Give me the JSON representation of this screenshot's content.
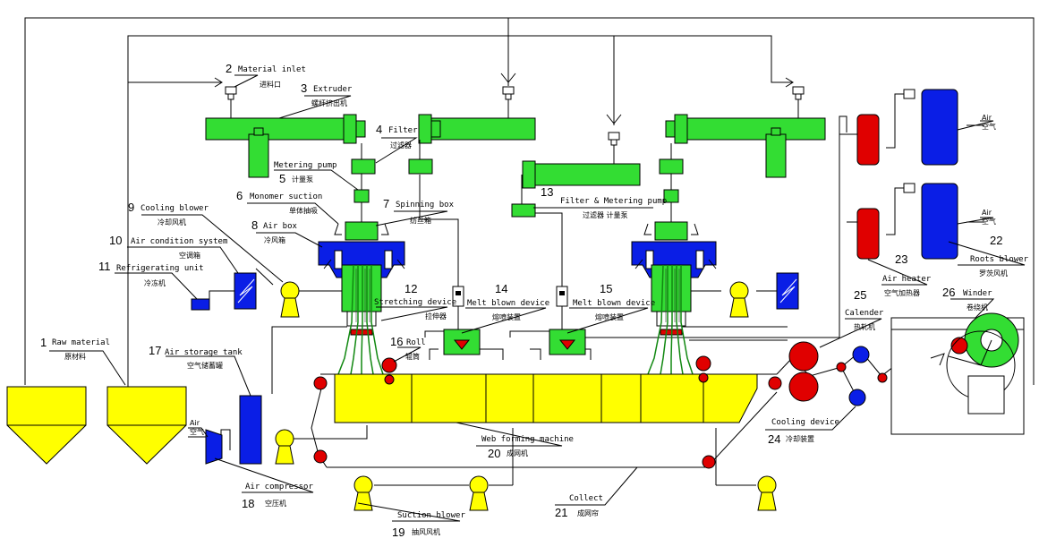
{
  "colors": {
    "green": "#33dd33",
    "blue": "#0a1ee6",
    "yellow": "#ffff00",
    "red": "#e00000",
    "line": "#000000"
  },
  "labels": [
    {
      "id": "raw-material",
      "num": "1",
      "en": "Raw material",
      "cn": "原材料"
    },
    {
      "id": "material-inlet",
      "num": "2",
      "en": "Material inlet",
      "cn": "进料口"
    },
    {
      "id": "extruder",
      "num": "3",
      "en": "Extruder",
      "cn": "螺杆挤出机"
    },
    {
      "id": "filter",
      "num": "4",
      "en": "Filter",
      "cn": "过滤器"
    },
    {
      "id": "metering-pump",
      "num": "5",
      "en": "Metering pump",
      "cn": "计量泵"
    },
    {
      "id": "monomer-suction",
      "num": "6",
      "en": "Monomer suction",
      "cn": "单体抽吸"
    },
    {
      "id": "spinning-box",
      "num": "7",
      "en": "Spinning box",
      "cn": "纺丝箱"
    },
    {
      "id": "air-box",
      "num": "8",
      "en": "Air box",
      "cn": "冷风箱"
    },
    {
      "id": "cooling-blower",
      "num": "9",
      "en": "Cooling blower",
      "cn": "冷却风机"
    },
    {
      "id": "air-condition-system",
      "num": "10",
      "en": "Air condition system",
      "cn": "空调箱"
    },
    {
      "id": "refrigerating-unit",
      "num": "11",
      "en": "Refrigerating unit",
      "cn": "冷冻机"
    },
    {
      "id": "stretching-device",
      "num": "12",
      "en": "Stretching device",
      "cn": "拉伸器"
    },
    {
      "id": "filter-metering-pump",
      "num": "13",
      "en": "Filter & Metering pump",
      "cn": "过滤器 计量泵"
    },
    {
      "id": "melt-blown-device-14",
      "num": "14",
      "en": "Melt blown device",
      "cn": "熔喷装置"
    },
    {
      "id": "melt-blown-device-15",
      "num": "15",
      "en": "Melt blown device",
      "cn": "熔喷装置"
    },
    {
      "id": "roll",
      "num": "16",
      "en": "Roll",
      "cn": "辊筒"
    },
    {
      "id": "air-storage-tank",
      "num": "17",
      "en": "Air storage tank",
      "cn": "空气储蓄罐"
    },
    {
      "id": "air-compressor",
      "num": "18",
      "en": "Air compressor",
      "cn": "空压机"
    },
    {
      "id": "suction-blower",
      "num": "19",
      "en": "Suction blower",
      "cn": "抽风风机"
    },
    {
      "id": "web-forming-machine",
      "num": "20",
      "en": "Web forming machine",
      "cn": "成网机"
    },
    {
      "id": "collect",
      "num": "21",
      "en": "Collect",
      "cn": "成网帘"
    },
    {
      "id": "roots-blower",
      "num": "22",
      "en": "Roots blower",
      "cn": "罗茨风机"
    },
    {
      "id": "air-heater",
      "num": "23",
      "en": "Air heater",
      "cn": "空气加热器"
    },
    {
      "id": "cooling-device",
      "num": "24",
      "en": "Cooling device",
      "cn": "冷却装置"
    },
    {
      "id": "calender",
      "num": "25",
      "en": "Calender",
      "cn": "热轧机"
    },
    {
      "id": "winder",
      "num": "26",
      "en": "Winder",
      "cn": "卷绕机"
    }
  ],
  "air_inlets": [
    {
      "en": "Air",
      "cn": "空气"
    },
    {
      "en": "Air",
      "cn": "空气"
    },
    {
      "en": "Air",
      "cn": "空气"
    }
  ]
}
